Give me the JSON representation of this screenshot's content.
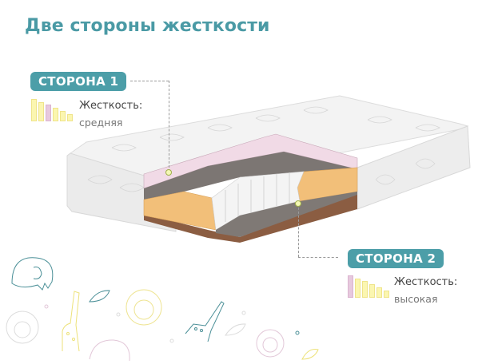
{
  "title": "Две стороны жесткости",
  "side1": {
    "badge": "СТОРОНА 1",
    "stiffness_label": "Жесткость:",
    "stiffness_value": "средняя",
    "scale": {
      "levels": 6,
      "highlighted_index": 2
    }
  },
  "side2": {
    "badge": "СТОРОНА 2",
    "stiffness_label": "Жесткость:",
    "stiffness_value": "высокая",
    "scale": {
      "levels": 6,
      "highlighted_index": 0
    }
  },
  "colors": {
    "accent": "#4c9ea8",
    "title": "#4a9aa5",
    "scale_bar": "#fbf6b0",
    "scale_highlight": "#e7c9de",
    "foam_pink": "#f0d9e6",
    "coir_gray": "#7a7471",
    "latex_orange": "#f2bf79"
  },
  "illustration": {
    "subject": "mattress-cutaway",
    "layers": [
      "quilted-cover",
      "pink-memory-foam",
      "gray-coir",
      "pocket-springs",
      "orange-foam-frame",
      "brown-coir-base"
    ],
    "decorations": [
      "elephant",
      "giraffe",
      "lion",
      "leaf"
    ]
  }
}
